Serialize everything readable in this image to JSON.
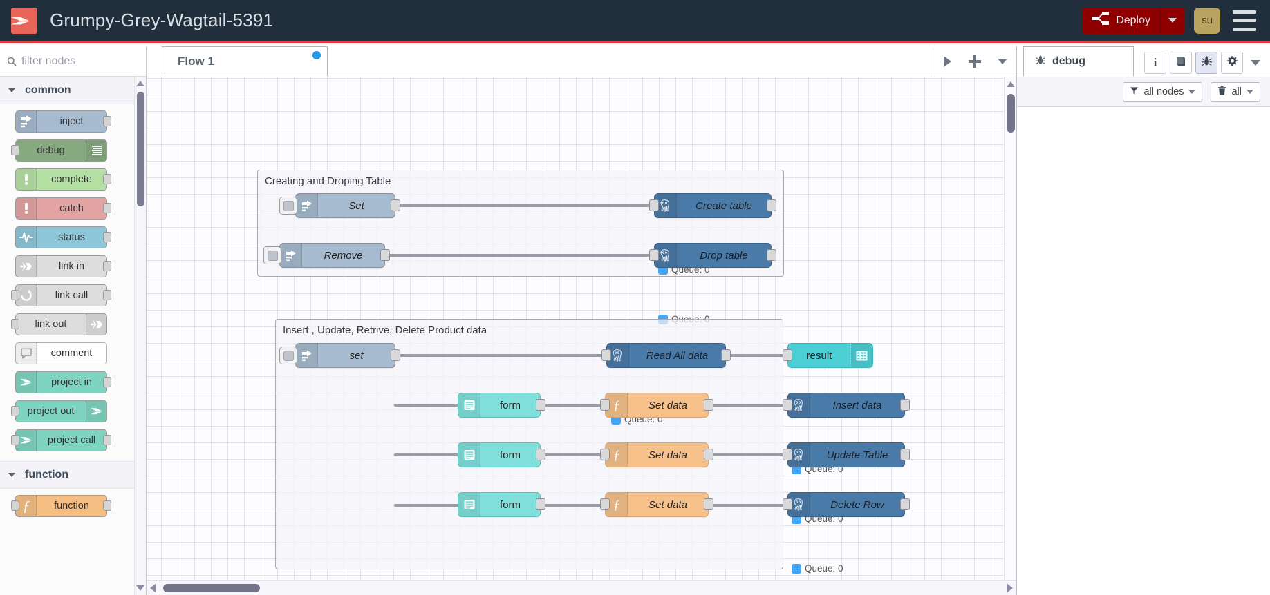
{
  "header": {
    "logo_icon": "node-red-logo-icon",
    "title": "Grumpy-Grey-Wagtail-5391",
    "deploy_label": "Deploy",
    "deploy_icon": "deploy-nodes-icon",
    "deploy_caret_icon": "chevron-down-icon",
    "avatar_initials": "su",
    "menu_icon": "hamburger-menu-icon",
    "colors": {
      "bg": "#212F3D",
      "accent": "#e33b3b",
      "deploy_bg": "#8e0000",
      "avatar_bg": "#b8a360"
    }
  },
  "palette": {
    "search_placeholder": "filter nodes",
    "search_value": "",
    "search_icon": "search-icon",
    "categories": [
      {
        "label": "common",
        "expanded": true,
        "nodes": [
          {
            "label": "inject",
            "icon": "inject-arrow-icon",
            "icon_side": "left",
            "color": "#a6bbcf",
            "ports": {
              "in": false,
              "out": true
            }
          },
          {
            "label": "debug",
            "icon": "debug-lines-icon",
            "icon_side": "right",
            "color": "#87a980",
            "ports": {
              "in": true,
              "out": false
            }
          },
          {
            "label": "complete",
            "icon": "exclamation-icon",
            "icon_side": "left",
            "color": "#b5e0a4",
            "ports": {
              "in": false,
              "out": true
            }
          },
          {
            "label": "catch",
            "icon": "exclamation-icon",
            "icon_side": "left",
            "color": "#e2a3a3",
            "ports": {
              "in": false,
              "out": true
            }
          },
          {
            "label": "status",
            "icon": "pulse-wave-icon",
            "icon_side": "left",
            "color": "#8dc6d8",
            "ports": {
              "in": false,
              "out": true
            }
          },
          {
            "label": "link in",
            "icon": "link-icon",
            "icon_side": "left",
            "color": "#dddddd",
            "ports": {
              "in": false,
              "out": true
            }
          },
          {
            "label": "link call",
            "icon": "link-call-icon",
            "icon_side": "left",
            "color": "#dddddd",
            "ports": {
              "in": true,
              "out": true
            }
          },
          {
            "label": "link out",
            "icon": "link-icon",
            "icon_side": "right",
            "color": "#dddddd",
            "ports": {
              "in": true,
              "out": false
            }
          },
          {
            "label": "comment",
            "icon": "comment-bubble-icon",
            "icon_side": "left",
            "color": "#ffffff",
            "ports": {
              "in": false,
              "out": false
            }
          },
          {
            "label": "project in",
            "icon": "project-logo-icon",
            "icon_side": "left",
            "color": "#7fd4c1",
            "ports": {
              "in": false,
              "out": true
            }
          },
          {
            "label": "project out",
            "icon": "project-logo-icon",
            "icon_side": "right",
            "color": "#7fd4c1",
            "ports": {
              "in": true,
              "out": false
            }
          },
          {
            "label": "project call",
            "icon": "project-logo-icon",
            "icon_side": "left",
            "color": "#7fd4c1",
            "ports": {
              "in": true,
              "out": true
            }
          }
        ]
      },
      {
        "label": "function",
        "expanded": true,
        "nodes": [
          {
            "label": "function",
            "icon": "function-f-icon",
            "icon_side": "left",
            "color": "#f5bf84",
            "ports": {
              "in": true,
              "out": true
            }
          }
        ]
      }
    ]
  },
  "workspace": {
    "tabs": [
      {
        "label": "Flow 1",
        "active": true,
        "has_changes_dot": true
      }
    ],
    "actions": [
      {
        "name": "run-flow-button",
        "icon": "play-triangle-icon"
      },
      {
        "name": "add-flow-button",
        "icon": "plus-icon"
      },
      {
        "name": "flow-menu-button",
        "icon": "chevron-down-icon"
      }
    ],
    "groups": [
      {
        "title": "Creating and Droping Table"
      },
      {
        "title": "Insert , Update, Retrive, Delete Product data"
      }
    ],
    "queue_label": "Queue: 0",
    "nodes": {
      "set_top": {
        "label": "Set",
        "icon": "inject-arrow-icon",
        "color": "#a6bbcf"
      },
      "create_table": {
        "label": "Create table",
        "icon": "postgres-elephant-icon",
        "color": "#4a7aa7"
      },
      "remove": {
        "label": "Remove",
        "icon": "inject-arrow-icon",
        "color": "#a6bbcf"
      },
      "drop_table": {
        "label": "Drop table",
        "icon": "postgres-elephant-icon",
        "color": "#4a7aa7"
      },
      "set_lower": {
        "label": "set",
        "icon": "inject-arrow-icon",
        "color": "#a6bbcf"
      },
      "read_all": {
        "label": "Read All data",
        "icon": "postgres-elephant-icon",
        "color": "#4a7aa7"
      },
      "result": {
        "label": "result",
        "icon": "table-grid-icon",
        "color": "#4ccfd4"
      },
      "form1": {
        "label": "form",
        "icon": "form-lines-icon",
        "color": "#7fe0db"
      },
      "setdata1": {
        "label": "Set data",
        "icon": "function-f-icon",
        "color": "#f5c08a"
      },
      "insert_data": {
        "label": "Insert data",
        "icon": "postgres-elephant-icon",
        "color": "#4a7aa7"
      },
      "form2": {
        "label": "form",
        "icon": "form-lines-icon",
        "color": "#7fe0db"
      },
      "setdata2": {
        "label": "Set data",
        "icon": "function-f-icon",
        "color": "#f5c08a"
      },
      "update_table": {
        "label": "Update Table",
        "icon": "postgres-elephant-icon",
        "color": "#4a7aa7"
      },
      "form3": {
        "label": "form",
        "icon": "form-lines-icon",
        "color": "#7fe0db"
      },
      "setdata3": {
        "label": "Set data",
        "icon": "function-f-icon",
        "color": "#f5c08a"
      },
      "delete_row": {
        "label": "Delete Row",
        "icon": "postgres-elephant-icon",
        "color": "#4a7aa7"
      }
    }
  },
  "sidebar": {
    "tab_label": "debug",
    "tab_icon": "bug-icon",
    "icon_buttons": [
      {
        "name": "info-tab-button",
        "icon": "info-i-icon",
        "glyph": "i",
        "active": false
      },
      {
        "name": "help-tab-button",
        "icon": "book-icon",
        "glyph": "",
        "active": false
      },
      {
        "name": "debug-tab-button",
        "icon": "bug-icon",
        "glyph": "",
        "active": true
      },
      {
        "name": "config-tab-button",
        "icon": "gear-icon",
        "glyph": "",
        "active": false
      }
    ],
    "collapse_icon": "chevron-down-icon",
    "filter": {
      "label": "all nodes",
      "icon": "filter-funnel-icon",
      "caret": "chevron-down-icon"
    },
    "clear": {
      "label": "all",
      "icon": "trash-can-icon",
      "caret": "chevron-down-icon"
    },
    "messages": []
  }
}
